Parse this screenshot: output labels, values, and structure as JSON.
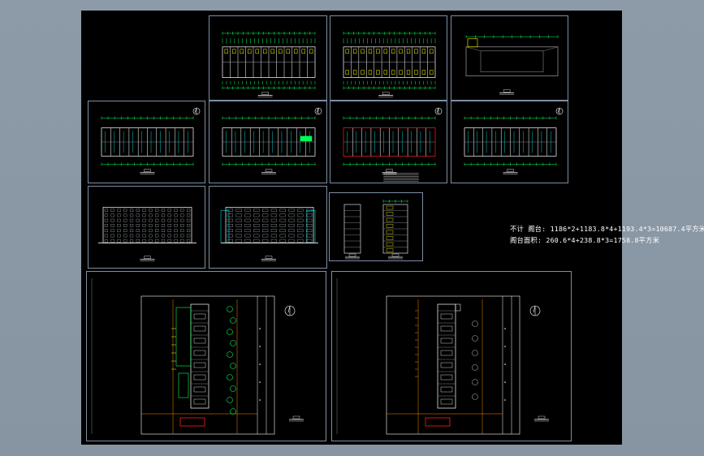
{
  "app": {
    "background_color": "#8c99a6",
    "canvas_color": "#000000",
    "frame_color": "#7d8ea4"
  },
  "colors": {
    "cad_green": "#00ff55",
    "cad_yellow": "#ffff00",
    "cad_white": "#ffffff",
    "cad_red": "#ff2020",
    "cad_cyan": "#00ffff",
    "cad_gray": "#9aa0a8",
    "cad_orange": "#ff8800"
  },
  "summary": {
    "line1": "不计 阁台: 1186*2+1183.8*4+1193.4*3=10687.4平方米",
    "line2": "阁台面积: 260.6*4+238.8*3=1758.8平方米"
  },
  "sheets": [
    {
      "name": "floor-plan-top-1",
      "kind": "plan"
    },
    {
      "name": "floor-plan-top-2",
      "kind": "plan"
    },
    {
      "name": "roof-plan",
      "kind": "roof"
    },
    {
      "name": "floor-plan-mid-1",
      "kind": "plan"
    },
    {
      "name": "floor-plan-mid-2",
      "kind": "plan"
    },
    {
      "name": "floor-plan-mid-3",
      "kind": "plan"
    },
    {
      "name": "floor-plan-mid-4",
      "kind": "plan"
    },
    {
      "name": "elevation-front",
      "kind": "elevation"
    },
    {
      "name": "elevation-side",
      "kind": "elevation"
    },
    {
      "name": "section-detail",
      "kind": "section"
    },
    {
      "name": "site-plan-left",
      "kind": "site"
    },
    {
      "name": "site-plan-right",
      "kind": "site"
    }
  ]
}
